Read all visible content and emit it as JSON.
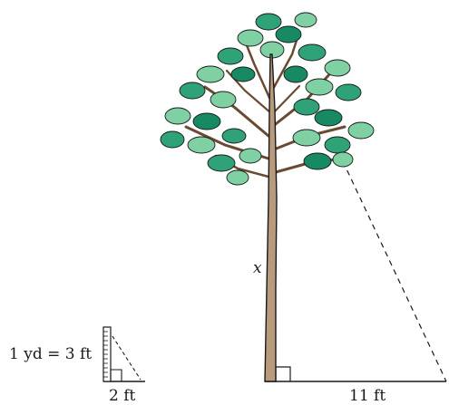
{
  "figure": {
    "ruler_label": "1 yd = 3 ft",
    "ruler_shadow_label": "2 ft",
    "tree_height_label": "x",
    "tree_shadow_label": "11 ft"
  },
  "colors": {
    "ink": "#1a1a1a",
    "trunk": "#b89a7d",
    "leaf_light": "#7fd0a2",
    "leaf_dark": "#2fa277",
    "leaf_deep": "#178a63"
  }
}
